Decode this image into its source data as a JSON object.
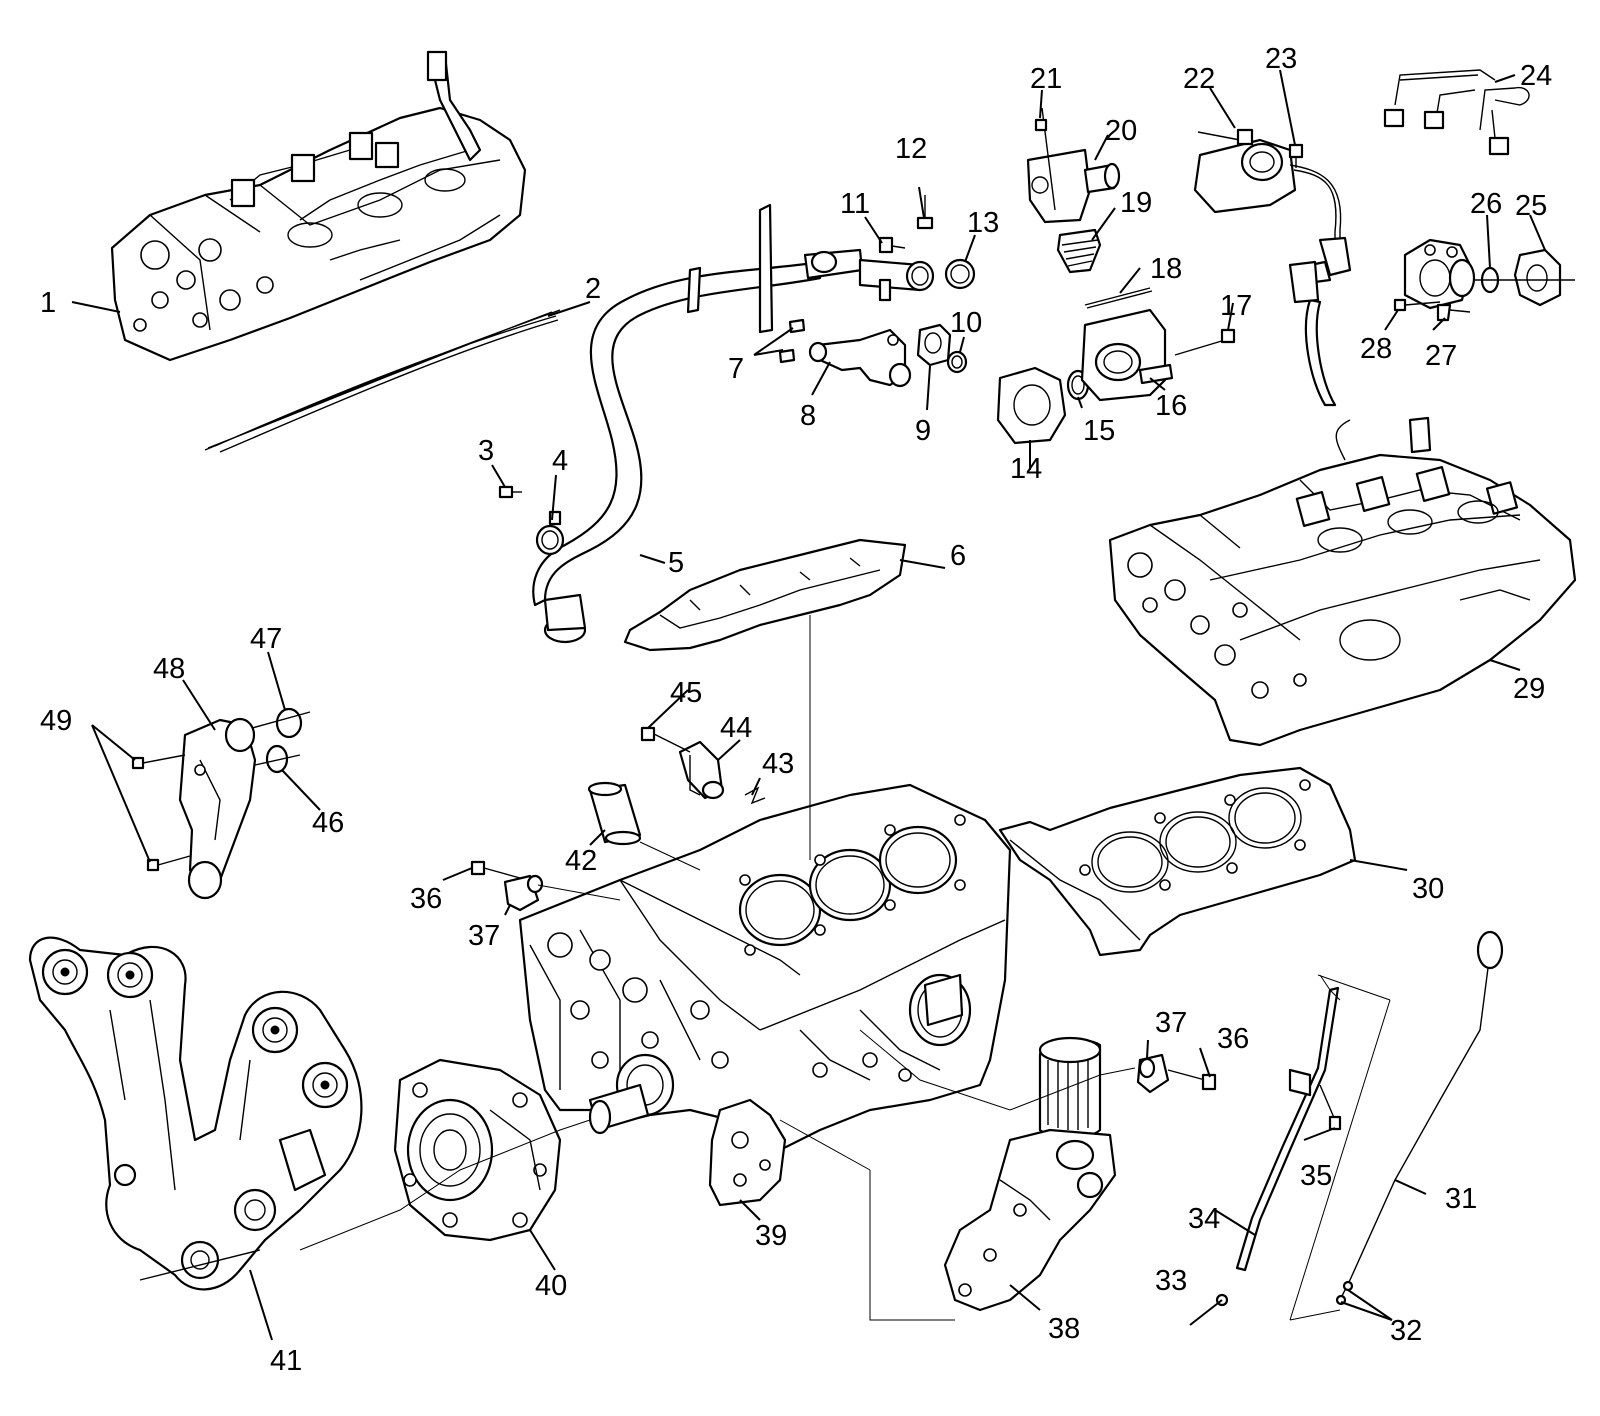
{
  "callouts": [
    "1",
    "2",
    "3",
    "4",
    "5",
    "6",
    "7",
    "8",
    "9",
    "10",
    "11",
    "12",
    "13",
    "14",
    "15",
    "16",
    "17",
    "18",
    "19",
    "20",
    "21",
    "22",
    "23",
    "24",
    "25",
    "26",
    "27",
    "28",
    "29",
    "30",
    "31",
    "32",
    "33",
    "34",
    "35",
    "36",
    "37",
    "38",
    "39",
    "40",
    "41",
    "42",
    "43",
    "44",
    "45",
    "46",
    "47",
    "48",
    "49"
  ],
  "colors": {
    "ink": "#000000",
    "paper": "#ffffff"
  }
}
